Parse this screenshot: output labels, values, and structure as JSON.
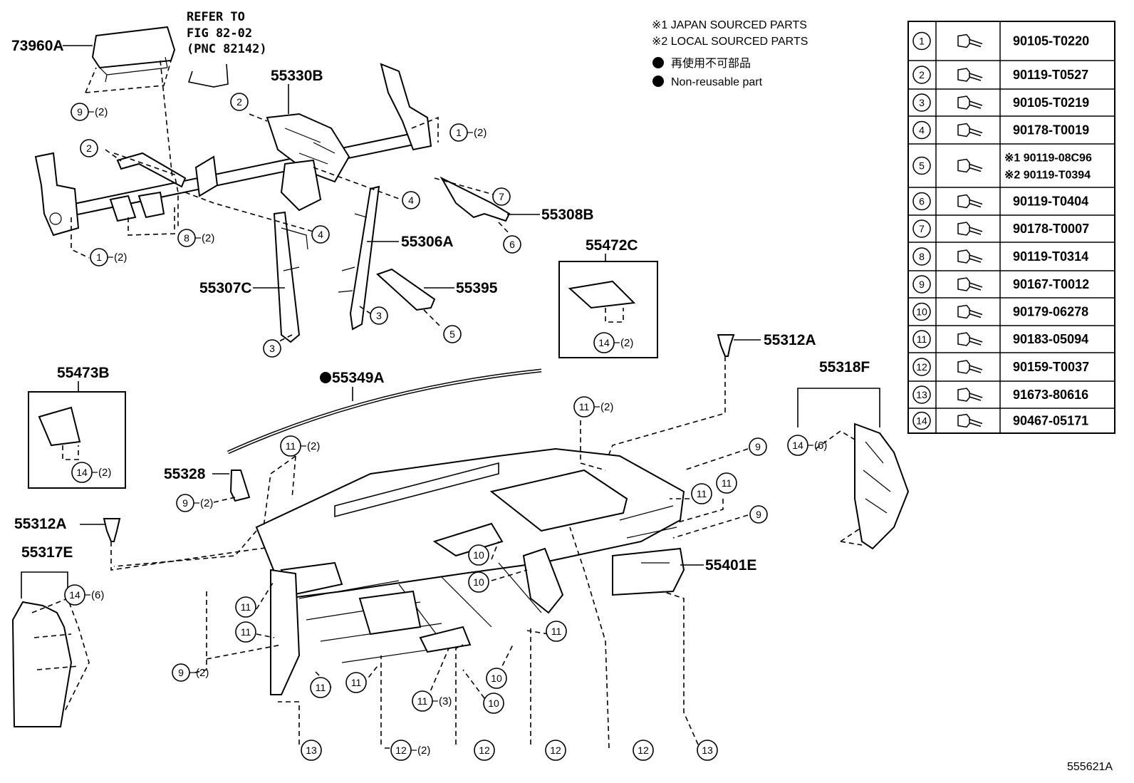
{
  "ref_note": {
    "line1": "REFER TO",
    "line2": "FIG 82-02",
    "line3": "(PNC 82142)"
  },
  "legend": {
    "japan": "※1 JAPAN SOURCED PARTS",
    "local": "※2 LOCAL SOURCED PARTS",
    "non_reusable_jp": "再使用不可部品",
    "non_reusable_en": "Non-reusable part"
  },
  "part_labels": {
    "p73960A": "73960A",
    "p55330B": "55330B",
    "p55308B": "55308B",
    "p55306A": "55306A",
    "p55307C": "55307C",
    "p55395": "55395",
    "p55472C": "55472C",
    "p55473B": "55473B",
    "p55349A": "55349A",
    "p55312A_top": "55312A",
    "p55312A_left": "55312A",
    "p55318F": "55318F",
    "p55328": "55328",
    "p55317E": "55317E",
    "p55401E": "55401E"
  },
  "qty": {
    "x2": "(2)",
    "x3": "(3)",
    "x6": "(6)"
  },
  "fastener_table": [
    {
      "num": "1",
      "part": "90105-T0220"
    },
    {
      "num": "2",
      "part": "90119-T0527"
    },
    {
      "num": "3",
      "part": "90105-T0219"
    },
    {
      "num": "4",
      "part": "90178-T0019"
    },
    {
      "num": "5",
      "part_a": "※1 90119-08C96",
      "part_b": "※2 90119-T0394"
    },
    {
      "num": "6",
      "part": "90119-T0404"
    },
    {
      "num": "7",
      "part": "90178-T0007"
    },
    {
      "num": "8",
      "part": "90119-T0314"
    },
    {
      "num": "9",
      "part": "90167-T0012"
    },
    {
      "num": "10",
      "part": "90179-06278"
    },
    {
      "num": "11",
      "part": "90183-05094"
    },
    {
      "num": "12",
      "part": "90159-T0037"
    },
    {
      "num": "13",
      "part": "91673-80616"
    },
    {
      "num": "14",
      "part": "90467-05171"
    }
  ],
  "figure_id": "555621A"
}
